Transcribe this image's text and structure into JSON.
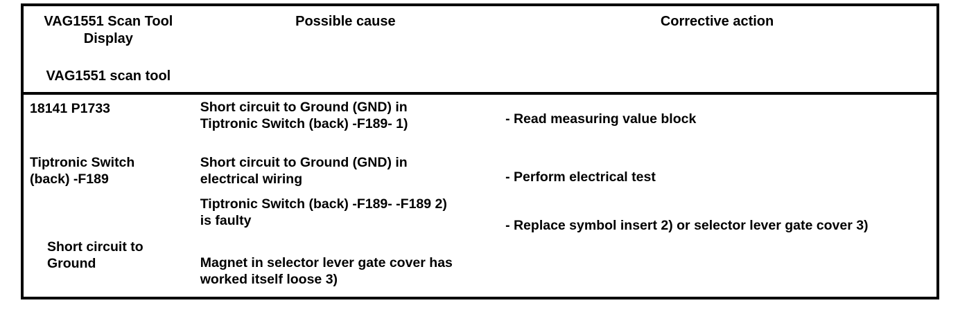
{
  "document": {
    "type": "diagnostic-fault-table"
  },
  "table": {
    "headers": {
      "scan_tool_display_title": "VAG1551 Scan Tool\nDisplay",
      "scan_tool_display_sub": "VAG1551 scan tool",
      "possible_cause": "Possible cause",
      "corrective_action": "Corrective action"
    },
    "row": {
      "scan_tool": {
        "code": "18141 P1733",
        "component": "Tiptronic Switch\n(back) -F189",
        "fault_text": "Short circuit to\nGround"
      },
      "possible_causes": [
        "Short circuit to Ground (GND) in\nTiptronic Switch (back) -F189- 1)",
        "Short circuit to Ground (GND) in\nelectrical wiring",
        "Tiptronic Switch (back) -F189- -F189 2)\nis faulty",
        "Magnet in selector lever gate cover has\nworked itself loose 3)"
      ],
      "corrective_actions": [
        "- Read measuring value block",
        "- Perform electrical test",
        "- Replace symbol insert 2) or selector lever gate cover 3)"
      ]
    }
  },
  "colors": {
    "background": "#ffffff",
    "text": "#000000",
    "border": "#000000"
  }
}
